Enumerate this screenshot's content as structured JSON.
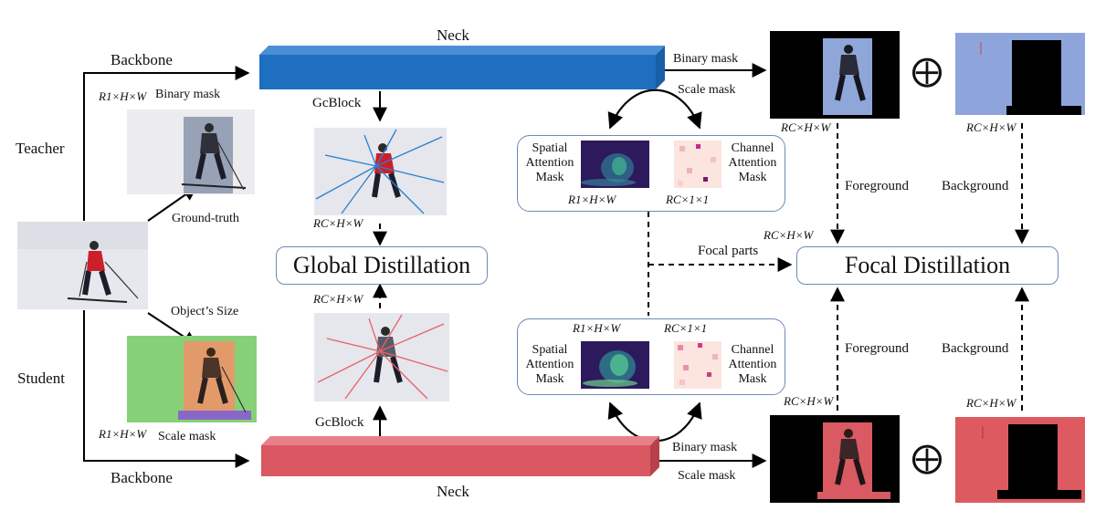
{
  "labels": {
    "teacher": "Teacher",
    "student": "Student",
    "backbone_top": "Backbone",
    "backbone_bottom": "Backbone",
    "neck_top": "Neck",
    "neck_bottom": "Neck",
    "gcblock_top": "GcBlock",
    "gcblock_bottom": "GcBlock",
    "binary_mask_left": "Binary mask",
    "ground_truth": "Ground-truth",
    "objects_size": "Object’s Size",
    "scale_mask_left": "Scale mask",
    "binary_mask_top_right": "Binary mask",
    "scale_mask_top_right": "Scale mask",
    "binary_mask_bottom_right": "Binary mask",
    "scale_mask_bottom_right": "Scale mask",
    "foreground_top": "Foreground",
    "background_top": "Background",
    "foreground_bottom": "Foreground",
    "background_bottom": "Background",
    "focal_parts": "Focal parts",
    "global_distillation": "Global Distillation",
    "focal_distillation": "Focal Distillation",
    "spatial_attention_mask_top": "Spatial\nAttention\nMask",
    "channel_attention_mask_top": "Channel\nAttention\nMask",
    "spatial_attention_mask_bottom": "Spatial\nAttention\nMask",
    "channel_attention_mask_bottom": "Channel\nAttention\nMask",
    "oplus": "⨁"
  },
  "math": {
    "r1hw_top_left": "R1×H×W",
    "r1hw_bottom_left": "R1×H×W",
    "rchw_gc_top": "RC×H×W",
    "rchw_gc_bottom": "RC×H×W",
    "r1hw_spatial_top": "R1×H×W",
    "rc11_channel_top": "RC×1×1",
    "r1hw_spatial_bottom": "R1×H×W",
    "rc11_channel_bottom": "RC×1×1",
    "rchw_fg_top": "RC×H×W",
    "rchw_bg_top": "RC×H×W",
    "rchw_focal": "RC×H×W",
    "rchw_fg_bottom": "RC×H×W",
    "rchw_bg_bottom": "RC×H×W"
  },
  "colors": {
    "teacher_neck": "#1f6fc0",
    "student_neck": "#d95862",
    "box_border": "#6d8bb8"
  }
}
